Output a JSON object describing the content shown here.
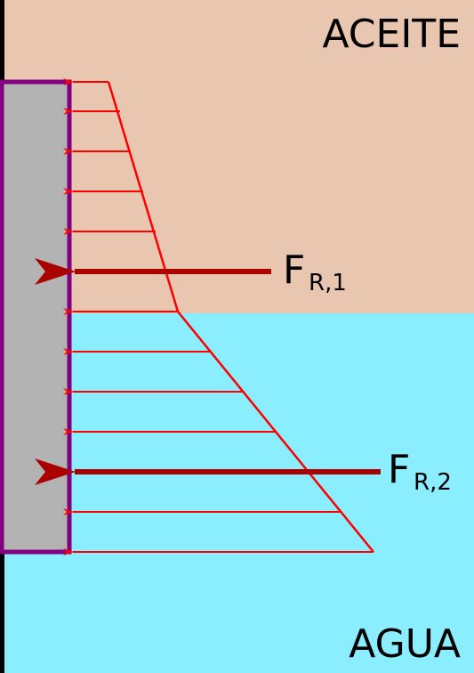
{
  "labels": {
    "oil": "ACEITE",
    "water": "AGUA",
    "force1_main": "F",
    "force1_sub": "R,1",
    "force2_main": "F",
    "force2_sub": "R,2"
  },
  "colors": {
    "oil": "#e8c6b0",
    "water": "#8aeeff",
    "wall": "#b3b3b3",
    "wall_border": "#800080",
    "pressure": "#ff0000",
    "resultant": "#aa0000",
    "ground": "#000000"
  }
}
